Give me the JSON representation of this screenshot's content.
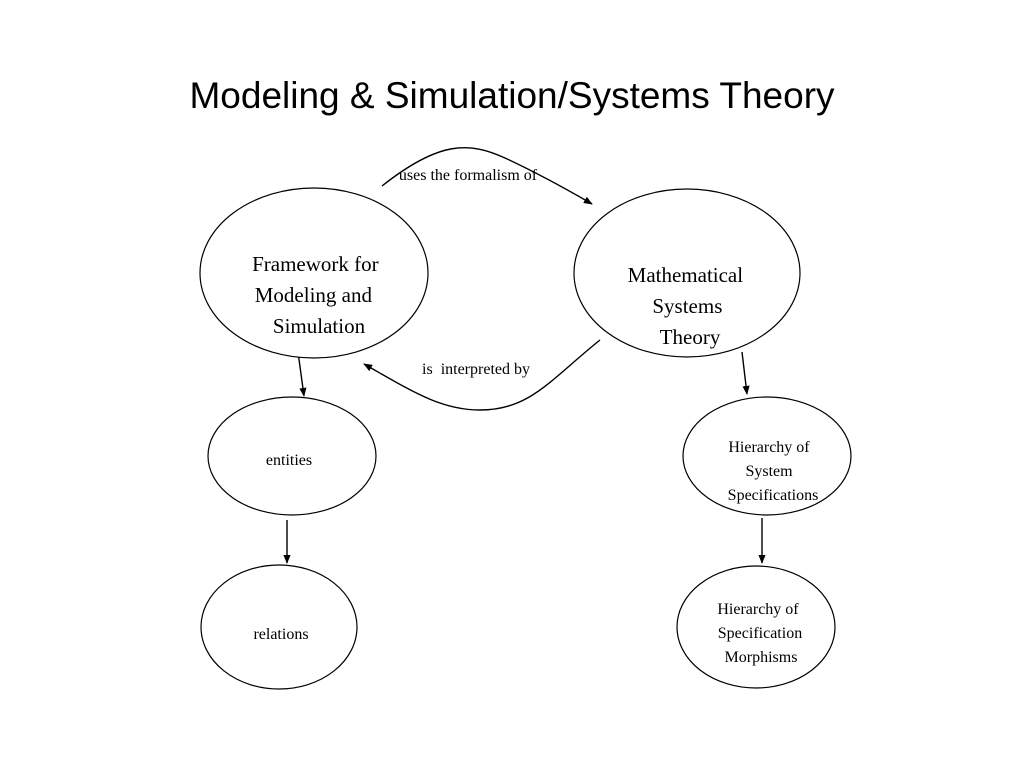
{
  "title": "Modeling & Simulation/Systems Theory",
  "nodes": {
    "framework": {
      "lines": [
        "Framework for",
        "Modeling and",
        "Simulation"
      ]
    },
    "mst": {
      "lines": [
        "Mathematical",
        "Systems",
        "Theory"
      ]
    },
    "entities": {
      "lines": [
        "entities"
      ]
    },
    "relations": {
      "lines": [
        "relations"
      ]
    },
    "hierarchy_specs": {
      "lines": [
        "Hierarchy of",
        "System",
        "Specifications"
      ]
    },
    "hierarchy_morphisms": {
      "lines": [
        "Hierarchy of",
        "Specification",
        "Morphisms"
      ]
    }
  },
  "edges": {
    "uses_formalism": {
      "label": "uses the formalism of"
    },
    "interpreted_by": {
      "label": "is  interpreted by"
    }
  }
}
